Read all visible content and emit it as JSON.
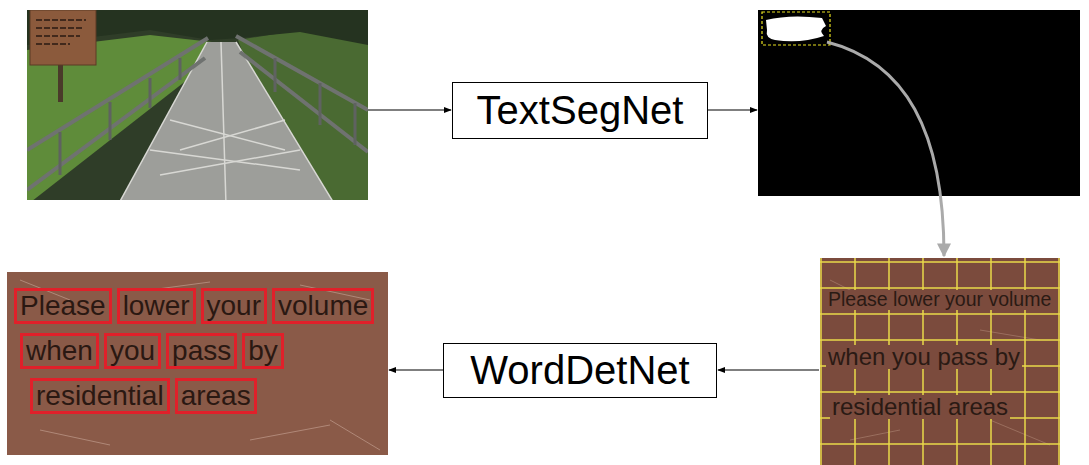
{
  "diagram": {
    "nodes": [
      {
        "text": [
          "TextSegNet"
        ]
      },
      {
        "text": [
          "WordDetNet"
        ]
      }
    ],
    "labels": [
      "Please",
      "lower",
      "your",
      "volume",
      "when",
      "you",
      "pass",
      "by",
      "residential",
      "areas",
      "Please lower your volume",
      "when you pass by",
      "residential areas"
    ]
  }
}
